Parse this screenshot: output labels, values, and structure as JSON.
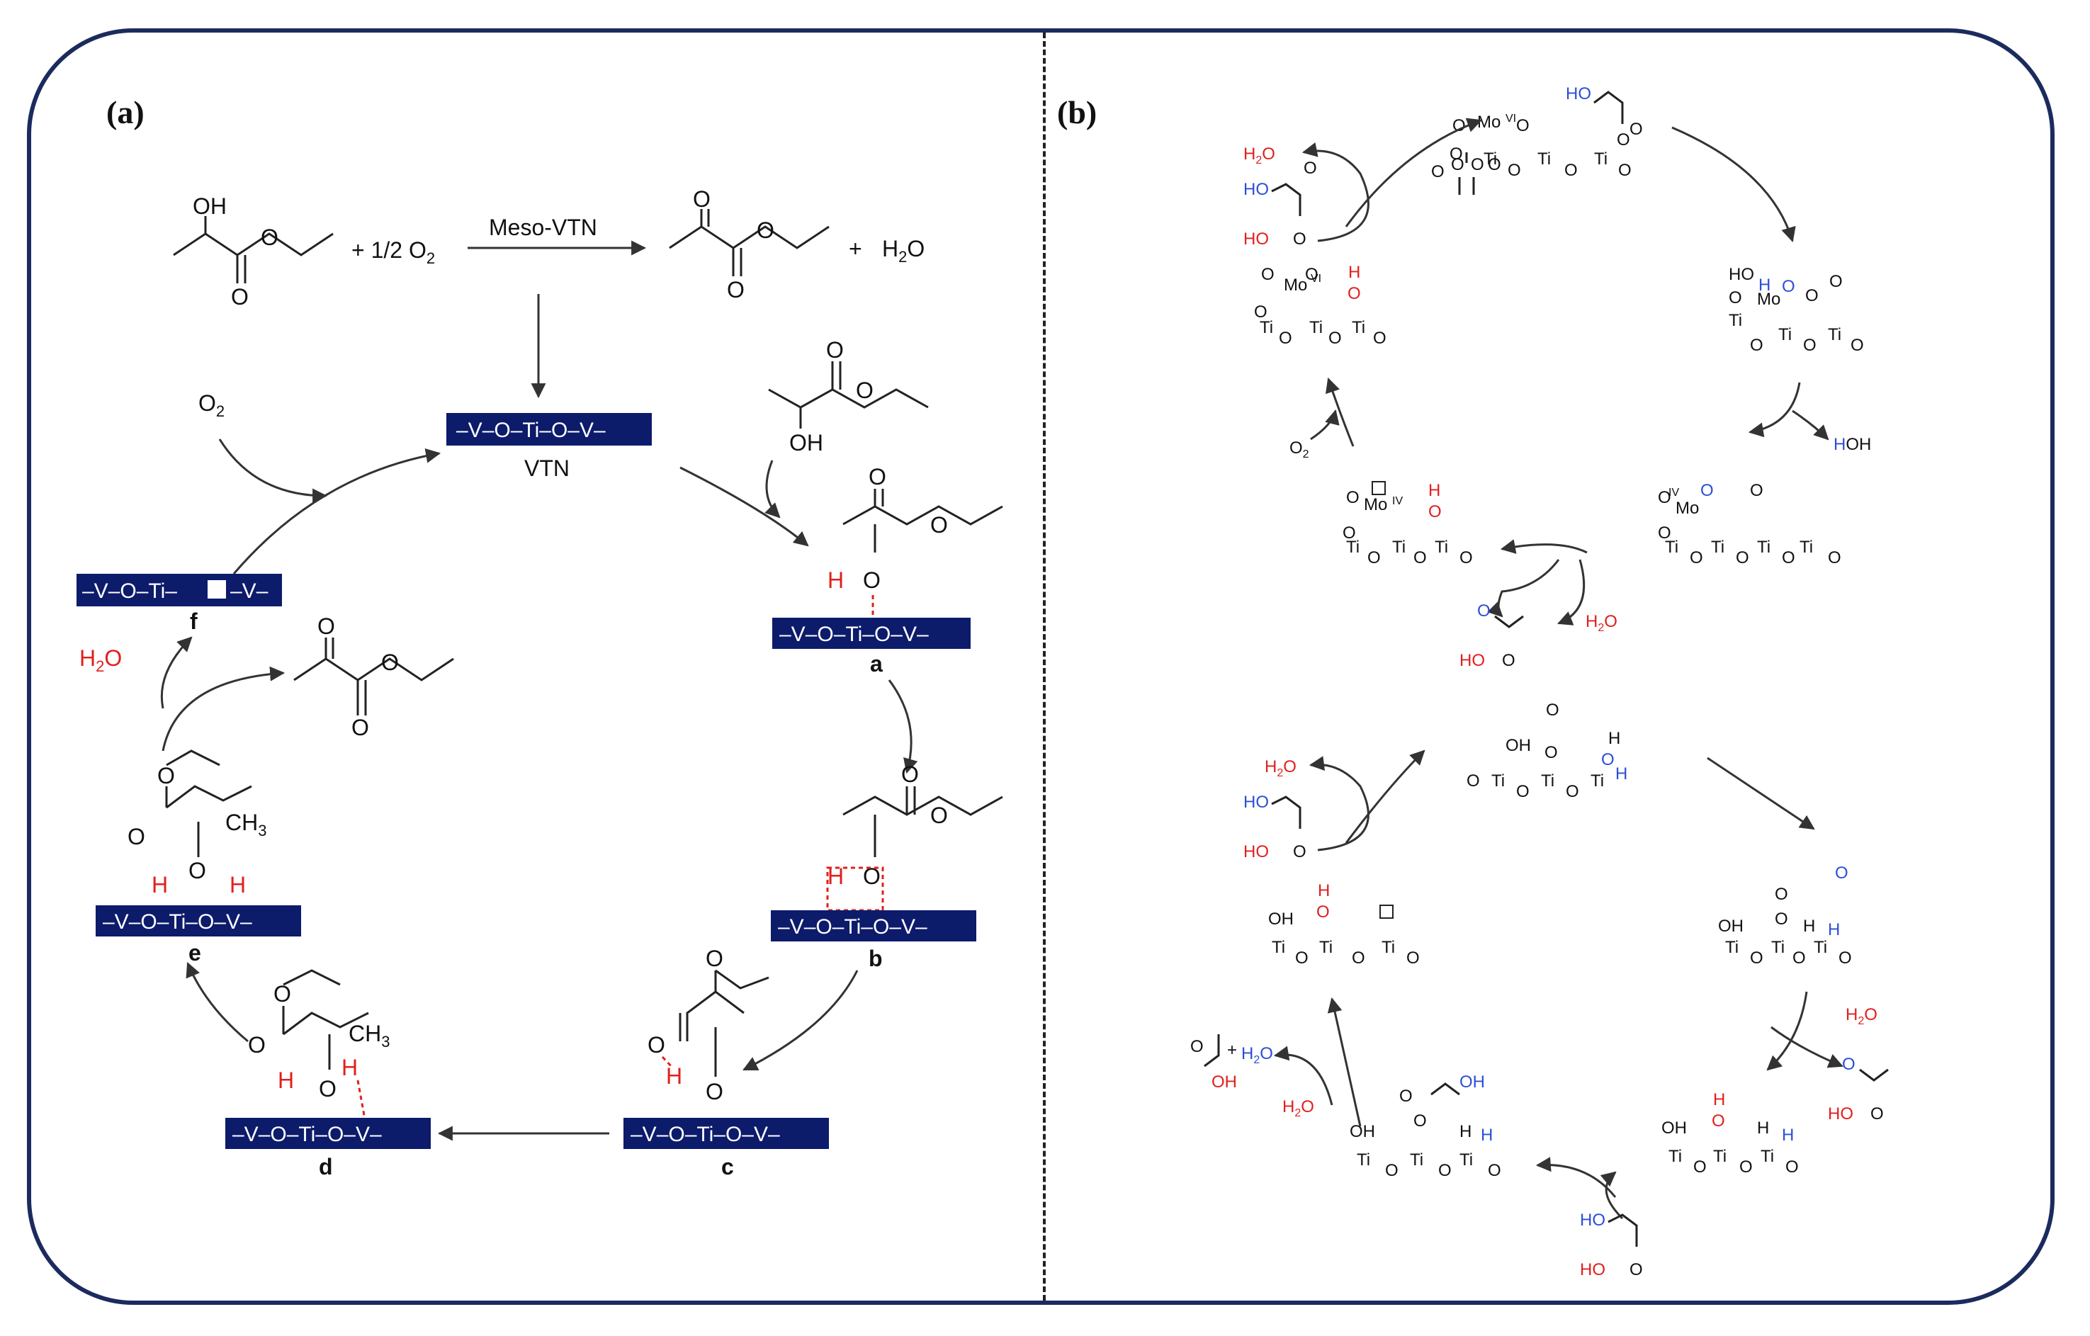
{
  "panels": {
    "a": "(a)",
    "b": "(b)"
  },
  "panel_a": {
    "reaction": {
      "plus_o2": "+ 1/2 O",
      "o2_sub": "2",
      "catalyst": "Meso-VTN",
      "plus": "+",
      "water": "H",
      "water_sub": "2",
      "water_o": "O"
    },
    "vtn_bar": "–V–O–Ti–O–V–",
    "vtn_label": "VTN",
    "o2": "O",
    "o2_sub": "2",
    "f_bar": "–V–O–Ti–",
    "f_bar_end": "–V–",
    "h2o_red": "H",
    "h2o_red_sub": "2",
    "h2o_red_o": "O",
    "ch3": "CH",
    "ch3_sub": "3",
    "oh": "OH",
    "o": "O",
    "h": "H",
    "labels": {
      "a": "a",
      "b": "b",
      "c": "c",
      "d": "d",
      "e": "e",
      "f": "f"
    }
  },
  "panel_b": {
    "o": "O",
    "oh": "OH",
    "h": "H",
    "ho": "HO",
    "ti": "Ti",
    "mo": "Mo",
    "vi": "VI",
    "iv": "IV",
    "h2o": "H",
    "h2o_sub": "2",
    "h2o_o": "O",
    "hoh_h": "H",
    "hoh_oh": "OH",
    "o2": "O",
    "o2_sub": "2",
    "plus": "+"
  }
}
